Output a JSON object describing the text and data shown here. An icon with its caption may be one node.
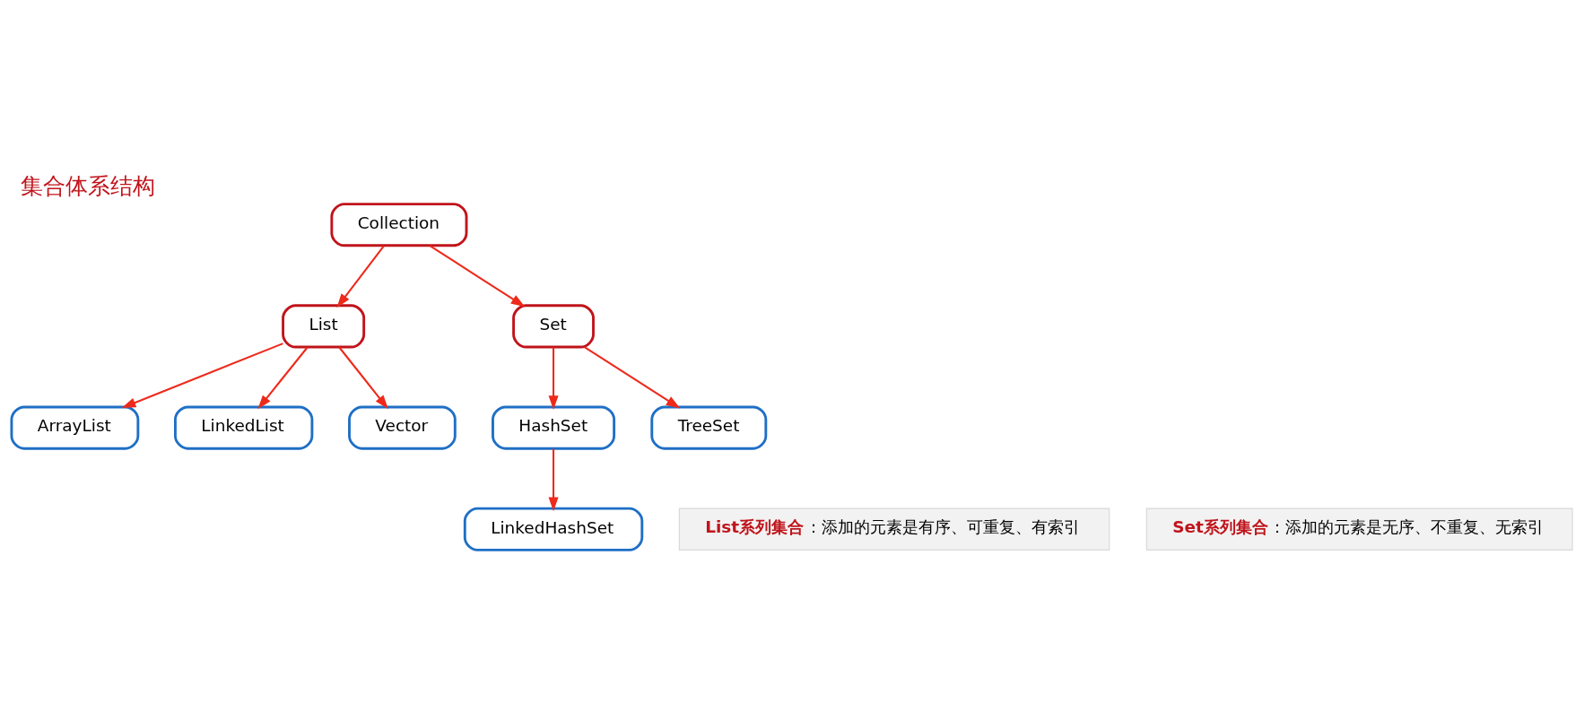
{
  "diagram": {
    "title": "集合体系结构",
    "nodes": [
      {
        "text": [
          "Collection"
        ]
      },
      {
        "text": [
          "List"
        ]
      },
      {
        "text": [
          "Set"
        ]
      },
      {
        "text": [
          "ArrayList"
        ]
      },
      {
        "text": [
          "LinkedList"
        ]
      },
      {
        "text": [
          "Vector"
        ]
      },
      {
        "text": [
          "HashSet"
        ]
      },
      {
        "text": [
          "TreeSet"
        ]
      },
      {
        "text": [
          "LinkedHashSet"
        ]
      },
      {
        "text": [
          "**List系列集合**：添加的元素是有序、可重复、有索引"
        ]
      },
      {
        "text": [
          "**Set系列集合**：添加的元素是无序、不重复、无索引"
        ]
      }
    ],
    "edges": [
      {
        "from": 0,
        "to": 1,
        "arrow": "to"
      },
      {
        "from": 0,
        "to": 2,
        "arrow": "to"
      },
      {
        "from": 1,
        "to": 3,
        "arrow": "to"
      },
      {
        "from": 1,
        "to": 4,
        "arrow": "to"
      },
      {
        "from": 1,
        "to": 5,
        "arrow": "to"
      },
      {
        "from": 2,
        "to": 6,
        "arrow": "to"
      },
      {
        "from": 2,
        "to": 7,
        "arrow": "to"
      },
      {
        "from": 6,
        "to": 8,
        "arrow": "to"
      }
    ]
  }
}
